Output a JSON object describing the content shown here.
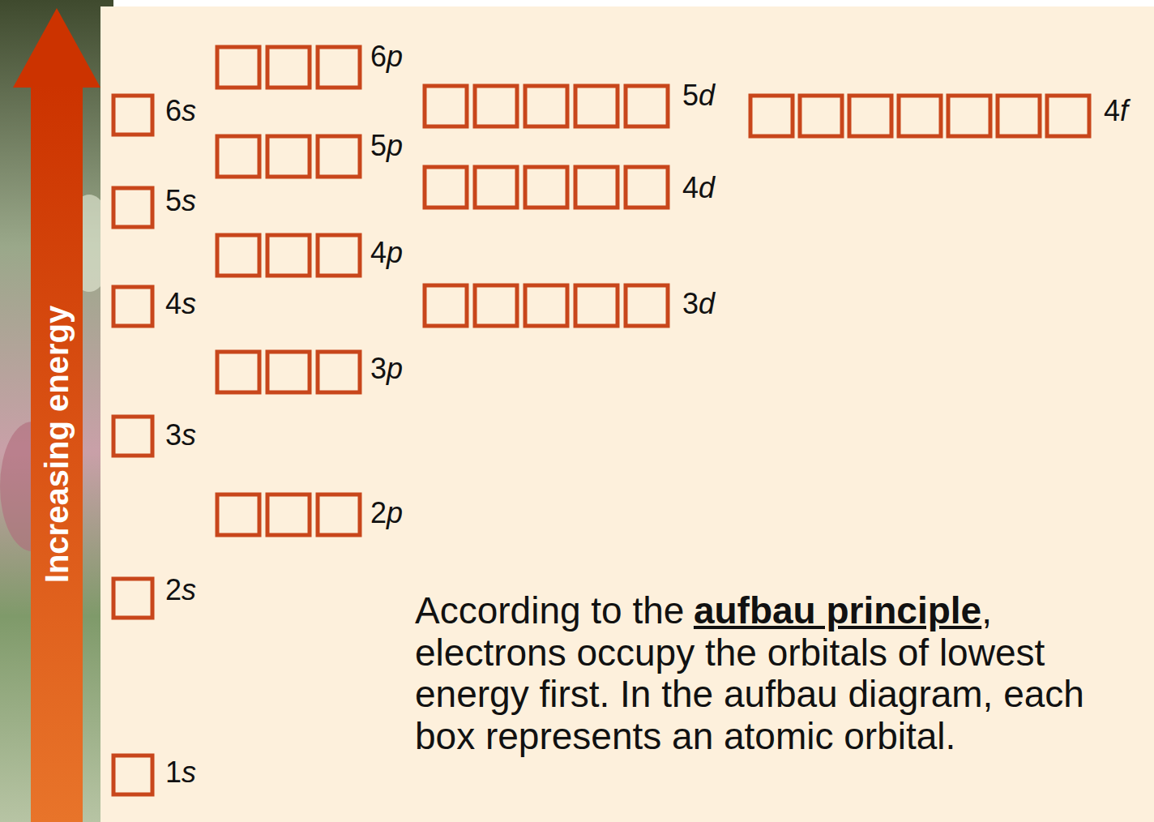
{
  "diagram": {
    "labels": [
      "6p",
      "6s",
      "5d",
      "4f",
      "5p",
      "5s",
      "4d",
      "4p",
      "4s",
      "3d",
      "3p",
      "3s",
      "2p",
      "2s",
      "1s",
      "Increasing energy",
      "According to the",
      "aufbau principle",
      ", electrons occupy the orbitals of lowest energy first. In the aufbau diagram, each box represents an atomic orbital."
    ]
  }
}
